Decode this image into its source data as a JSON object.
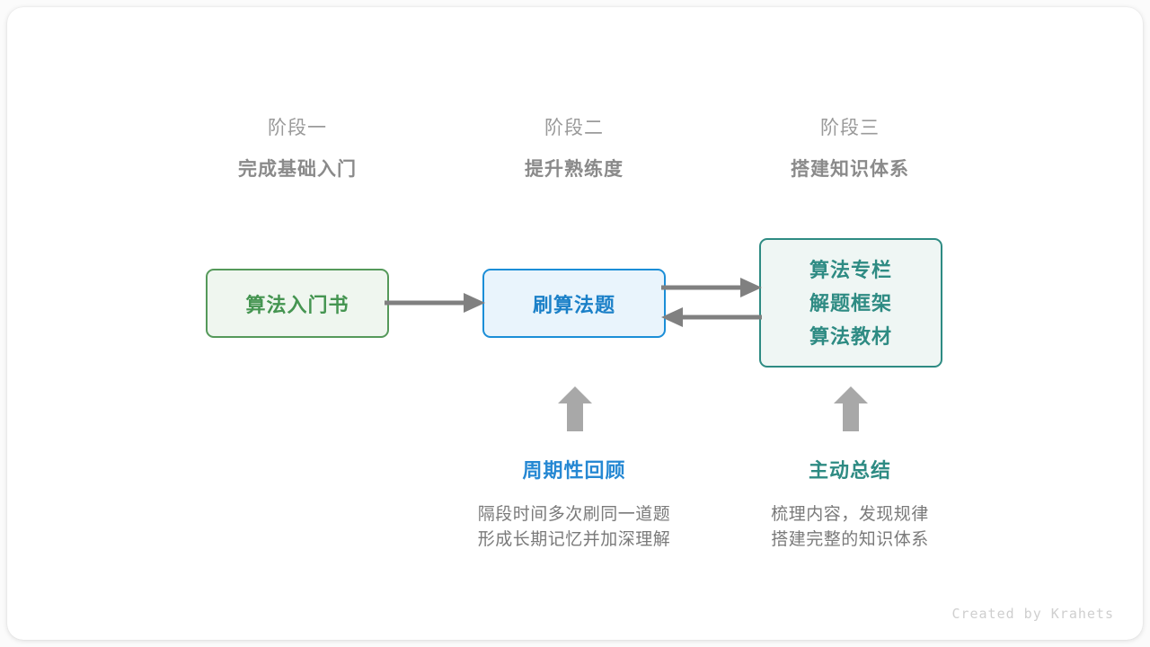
{
  "canvas": {
    "background": "#fbfbfb",
    "card_background": "#ffffff"
  },
  "stages": [
    {
      "kicker": "阶段一",
      "title": "完成基础入门"
    },
    {
      "kicker": "阶段二",
      "title": "提升熟练度"
    },
    {
      "kicker": "阶段三",
      "title": "搭建知识体系"
    }
  ],
  "nodes": {
    "book": {
      "label": "算法入门书",
      "fill": "#eff6ef",
      "border": "#55995a",
      "text_color": "#459551"
    },
    "practice": {
      "label": "刷算法题",
      "fill": "#e9f4fc",
      "border": "#1b8ed7",
      "text_color": "#1b80c8"
    },
    "knowledge": {
      "lines": [
        "算法专栏",
        "解题框架",
        "算法教材"
      ],
      "fill": "#eff6f4",
      "border": "#2e8b83",
      "text_color": "#2e8b83"
    }
  },
  "connectors": [
    {
      "name": "book-to-practice",
      "direction": "right",
      "color": "#808080"
    },
    {
      "name": "practice-to-knowledge",
      "direction": "right",
      "color": "#808080"
    },
    {
      "name": "knowledge-to-practice",
      "direction": "left",
      "color": "#808080"
    }
  ],
  "up_arrows": [
    {
      "name": "review-up-arrow",
      "color": "#a8a8a8"
    },
    {
      "name": "summary-up-arrow",
      "color": "#a8a8a8"
    }
  ],
  "annotations": [
    {
      "title": "周期性回顾",
      "title_color": "#2688d3",
      "desc_line_1": "隔段时间多次刷同一道题",
      "desc_line_2": "形成长期记忆并加深理解"
    },
    {
      "title": "主动总结",
      "title_color": "#2e8b83",
      "desc_line_1": "梳理内容，发现规律",
      "desc_line_2": "搭建完整的知识体系"
    }
  ],
  "footer": {
    "credit": "Created by Krahets"
  }
}
